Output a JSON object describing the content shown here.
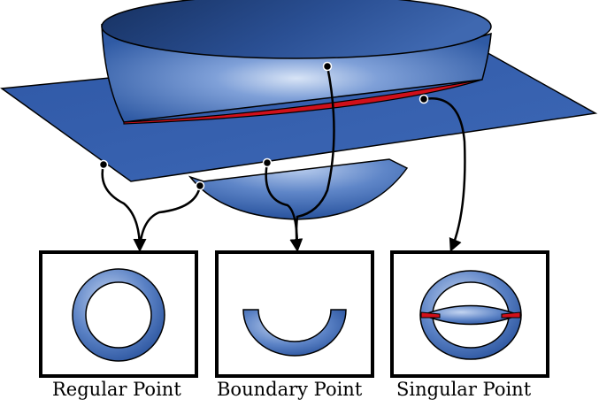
{
  "panels": [
    {
      "id": "regular",
      "label": "Regular Point"
    },
    {
      "id": "boundary",
      "label": "Boundary Point"
    },
    {
      "id": "singular",
      "label": "Singular Point"
    }
  ],
  "colors": {
    "surface_dark": "#1f3f7a",
    "surface_mid": "#3e68b0",
    "surface_light": "#b9cdee",
    "singular_curve": "#d0101a",
    "outline": "#000000"
  }
}
